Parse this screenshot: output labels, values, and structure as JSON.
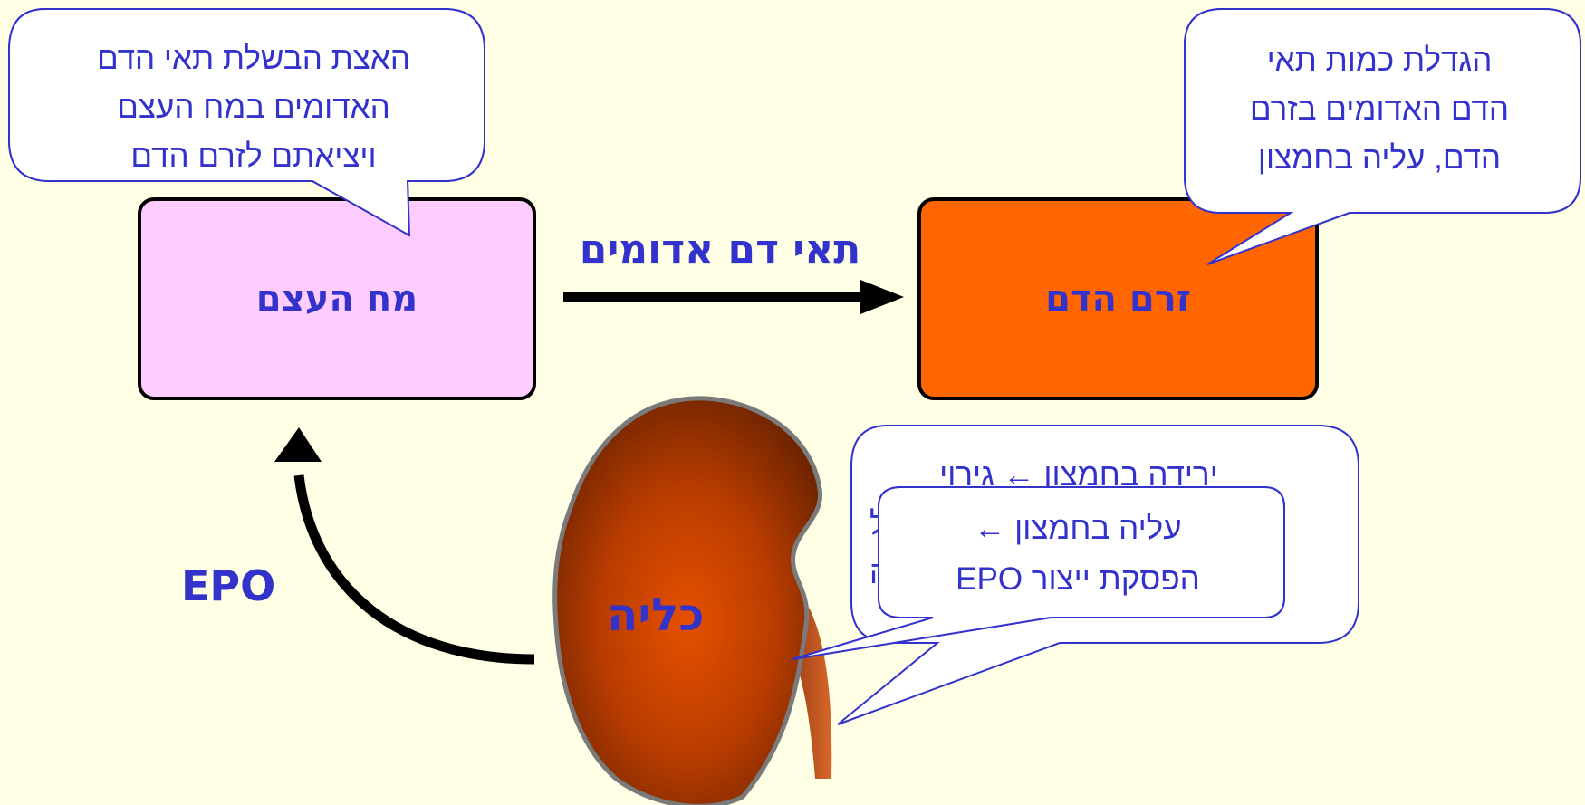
{
  "boxes": {
    "bone_marrow": "מח העצם",
    "blood_stream": "זרם הדם"
  },
  "labels": {
    "red_blood_cells": "תאי דם אדומים",
    "epo": "EPO",
    "kidney": "כליה"
  },
  "callouts": {
    "top_left": [
      "האצת הבשלת תאי הדם",
      "האדומים במח העצם",
      "ויציאתם לזרם הדם"
    ],
    "top_right": [
      "הגדלת כמות תאי",
      "הדם האדומים בזרם",
      "הדם, עליה בחמצון"
    ],
    "bottom_back": [
      "ירידה בחמצון ← גירוי",
      "ל",
      "ה"
    ],
    "bottom_front": [
      "עליה בחמצון ←",
      "הפסקת ייצור EPO"
    ]
  },
  "colors": {
    "background": "#FFFFE5",
    "text_blue": "#3333CC",
    "bone_marrow_fill": "#FFCCFF",
    "blood_stream_fill": "#FF6600",
    "callout_border": "#3333CC",
    "kidney_dark": "#7A2A00",
    "kidney_light": "#E65000"
  }
}
